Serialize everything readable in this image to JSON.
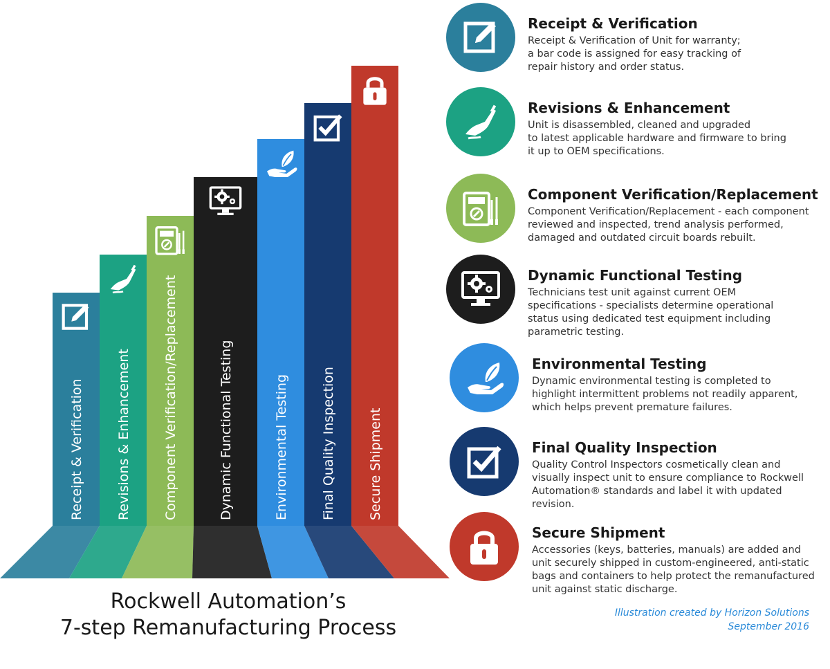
{
  "title": {
    "line1": "Rockwell Automation’s",
    "line2": "7-step Remanufacturing Process"
  },
  "credit": {
    "line1": "Illustration created by Horizon Solutions",
    "line2": "September 2016"
  },
  "steps": [
    {
      "label": "Receipt & Verification",
      "title": "Receipt & Verification",
      "desc": "Receipt & Verification of Unit for warranty;\na bar code is assigned for easy tracking of\nrepair history and order status.",
      "color": "#2b7f9c",
      "icon": "edit-icon"
    },
    {
      "label": "Revisions & Enhancement",
      "title": "Revisions & Enhancement",
      "desc": "Unit is disassembled, cleaned and upgraded\nto latest applicable hardware and firmware to bring\nit up to OEM specifications.",
      "color": "#1ca283",
      "icon": "soldering-hand-icon"
    },
    {
      "label": "Component Verification/Replacement",
      "title": "Component Verification/Replacement",
      "desc": "Component Verification/Replacement - each component\nreviewed and inspected, trend analysis performed,\ndamaged and outdated circuit boards rebuilt.",
      "color": "#8dba57",
      "icon": "multimeter-icon"
    },
    {
      "label": "Dynamic Functional Testing",
      "title": "Dynamic Functional Testing",
      "desc": "Technicians test unit against current OEM\nspecifications - specialists determine operational\nstatus using dedicated test equipment including\nparametric testing.",
      "color": "#1d1d1d",
      "icon": "monitor-gears-icon"
    },
    {
      "label": "Environmental Testing",
      "title": "Environmental Testing",
      "desc": "Dynamic environmental testing is completed to\nhighlight intermittent problems not readily apparent,\nwhich helps prevent premature failures.",
      "color": "#2f8ddf",
      "icon": "hand-leaf-icon"
    },
    {
      "label": "Final Quality Inspection",
      "title": "Final Quality Inspection",
      "desc": "Quality Control Inspectors cosmetically clean and\nvisually inspect unit to ensure compliance to Rockwell\nAutomation® standards and label it with updated revision.",
      "color": "#163a70",
      "icon": "checkbox-icon"
    },
    {
      "label": "Secure Shipment",
      "title": "Secure Shipment",
      "desc": "Accessories (keys, batteries, manuals) are added and\nunit securely shipped in custom-engineered, anti-static\nbags and containers to help protect the remanufactured\nunit against static discharge.",
      "color": "#c0392b",
      "icon": "padlock-icon"
    }
  ]
}
